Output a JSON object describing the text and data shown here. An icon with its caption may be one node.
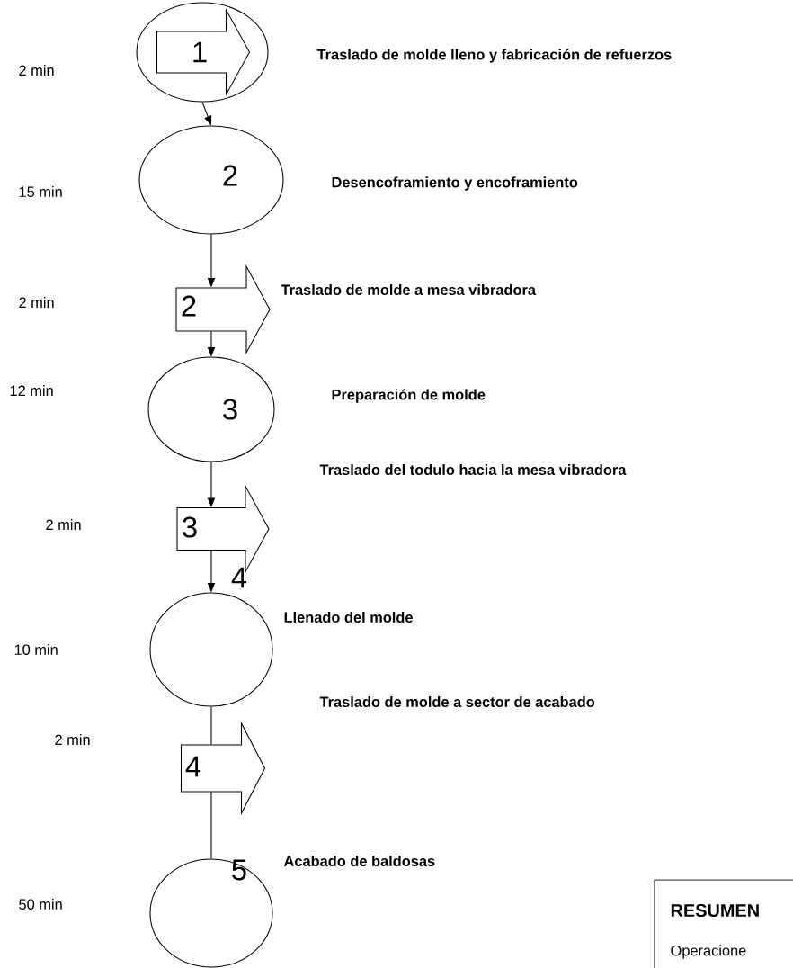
{
  "diagram": {
    "nodes": [
      {
        "text": [
          "1"
        ],
        "beside": [
          "Traslado de molde lleno y fabricación de refuerzos"
        ]
      },
      {
        "text": [
          "2"
        ],
        "beside": [
          "Desencoframiento y encoframiento"
        ]
      },
      {
        "text": [
          "2"
        ],
        "beside": [
          "Traslado de molde a mesa vibradora"
        ]
      },
      {
        "text": [
          "3"
        ],
        "beside": [
          "Preparación de molde"
        ]
      },
      {
        "text": [
          "3"
        ]
      },
      {
        "text": [
          "4"
        ],
        "beside": [
          "Llenado del molde"
        ]
      },
      {
        "text": [
          "4"
        ],
        "beside": [
          "Traslado de molde a sector de acabado"
        ]
      },
      {
        "text": [
          "5"
        ],
        "beside": [
          "Acabado de baldosas"
        ]
      },
      {
        "text": [
          "RESUMEN",
          "Operacione"
        ]
      }
    ],
    "edges": [
      {
        "from": 0,
        "to": 1,
        "arrow": "to"
      },
      {
        "from": 1,
        "to": 2,
        "arrow": "to"
      },
      {
        "from": 2,
        "to": 3,
        "arrow": "to"
      },
      {
        "from": 3,
        "to": 4,
        "arrow": "to"
      },
      {
        "from": 4,
        "to": 5,
        "arrow": "to"
      },
      {
        "from": 5,
        "to": 6,
        "arrow": "none"
      },
      {
        "from": 6,
        "to": 7,
        "arrow": "none"
      }
    ],
    "labels": [
      "2 min",
      "15 min",
      "2 min",
      "12 min",
      "Traslado del todulo hacia la mesa vibradora",
      "2 min",
      "10 min",
      "2 min",
      "50 min"
    ]
  }
}
